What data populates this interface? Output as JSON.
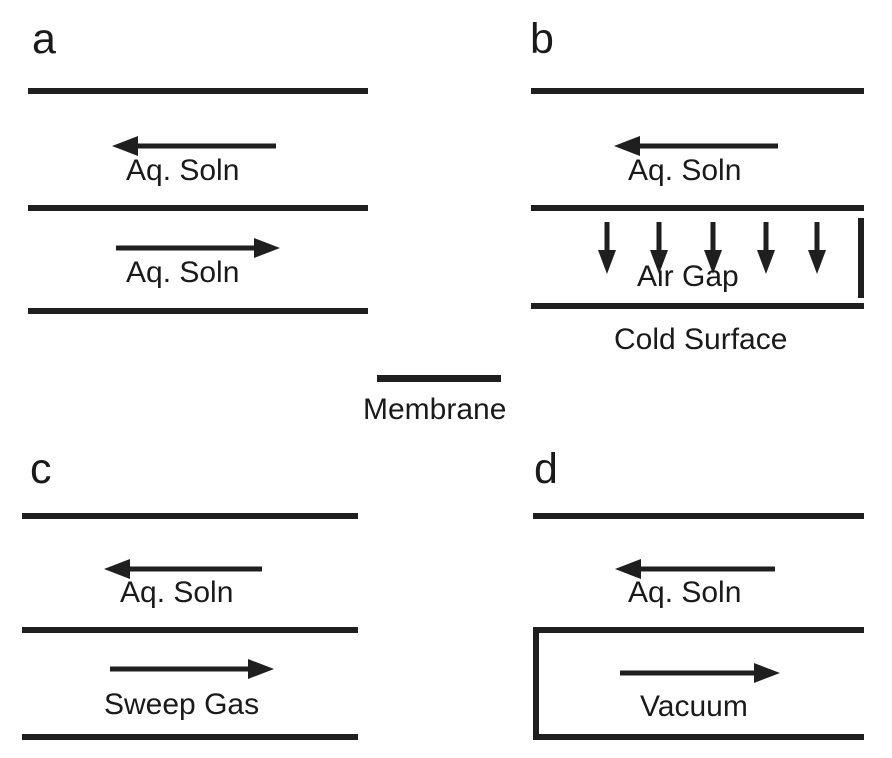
{
  "figure": {
    "title": "Membrane distillation configurations",
    "background_color": "#ffffff",
    "ink_color": "#1f1f1f",
    "text_color": "#1a1a1a"
  },
  "legend": {
    "membrane_label": "Membrane",
    "line_name": "membrane-line"
  },
  "panels": [
    {
      "id": "a",
      "letter": "a",
      "name": "direct-contact-membrane-distillation",
      "feed_label": "Aq. Soln",
      "permeate_label": "Aq. Soln",
      "feed_arrow_direction": "left",
      "permeate_arrow_direction": "right"
    },
    {
      "id": "b",
      "letter": "b",
      "name": "air-gap-membrane-distillation",
      "feed_label": "Aq. Soln",
      "permeate_label": "Air Gap",
      "surface_label": "Cold Surface",
      "feed_arrow_direction": "left",
      "vapor_arrow_direction": "down",
      "vapor_arrow_count": 5
    },
    {
      "id": "c",
      "letter": "c",
      "name": "sweeping-gas-membrane-distillation",
      "feed_label": "Aq. Soln",
      "permeate_label": "Sweep Gas",
      "feed_arrow_direction": "left",
      "permeate_arrow_direction": "right"
    },
    {
      "id": "d",
      "letter": "d",
      "name": "vacuum-membrane-distillation",
      "feed_label": "Aq. Soln",
      "permeate_label": "Vacuum",
      "feed_arrow_direction": "left",
      "permeate_arrow_direction": "right"
    }
  ]
}
